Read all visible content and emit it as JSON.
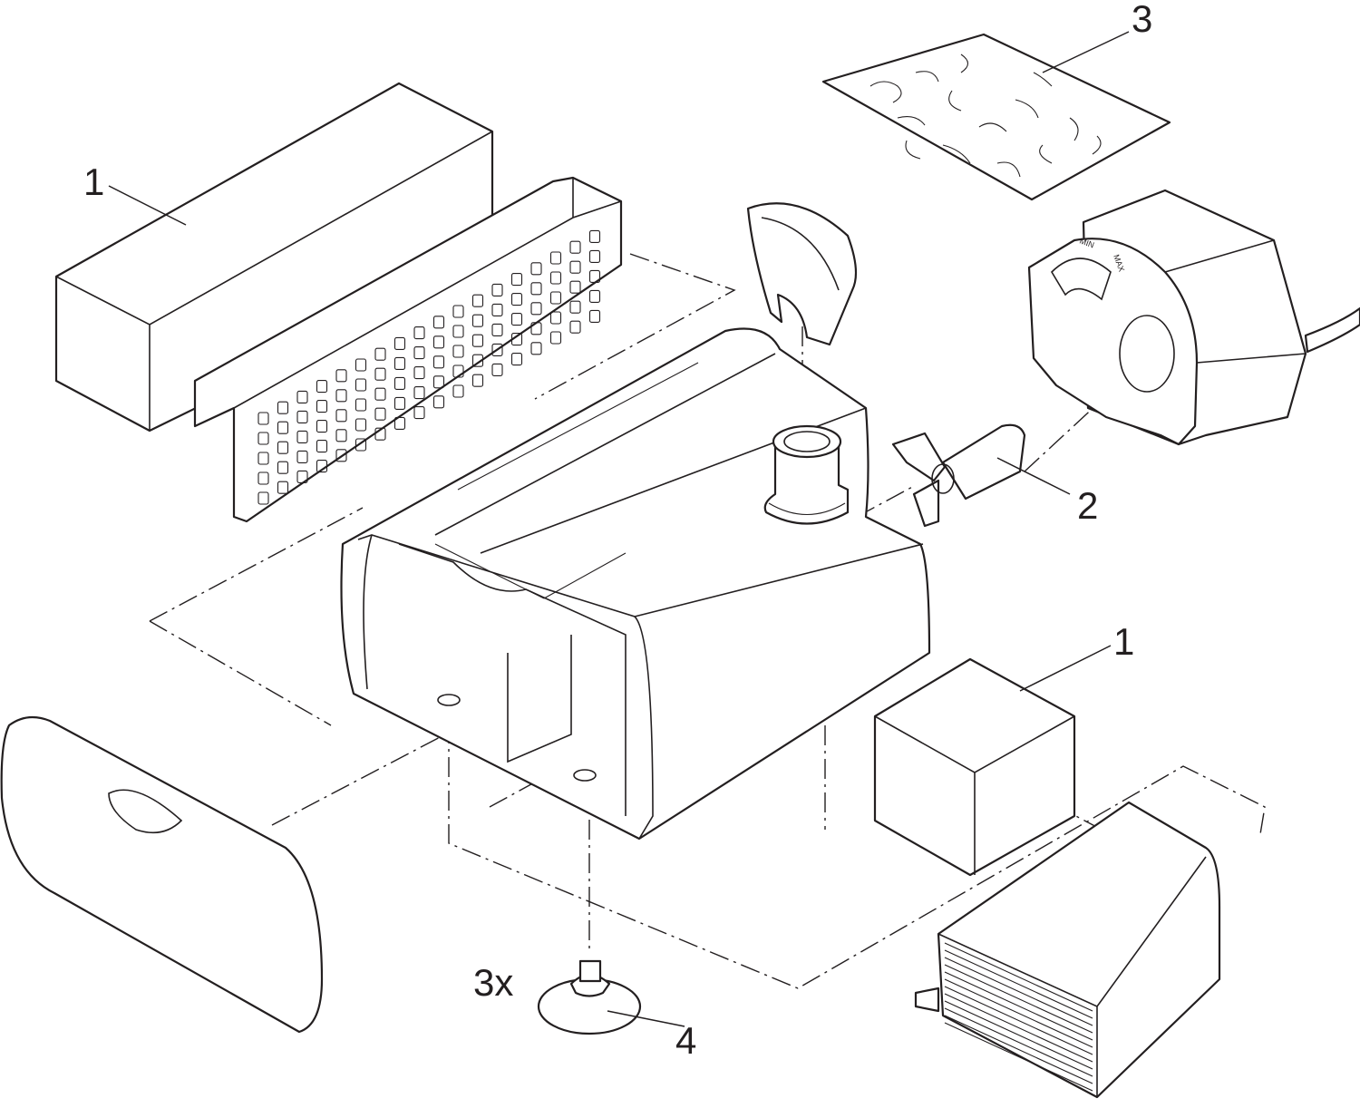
{
  "diagram": {
    "labels": {
      "foam_long": "1",
      "filter_media": "3",
      "impeller": "2",
      "foam_cube": "1",
      "suction_cup_qty": "3x",
      "suction_cup": "4"
    },
    "pump_dial": {
      "min": "MIN",
      "max": "MAX"
    }
  },
  "colors": {
    "line": "#231f20",
    "background": "#ffffff"
  }
}
